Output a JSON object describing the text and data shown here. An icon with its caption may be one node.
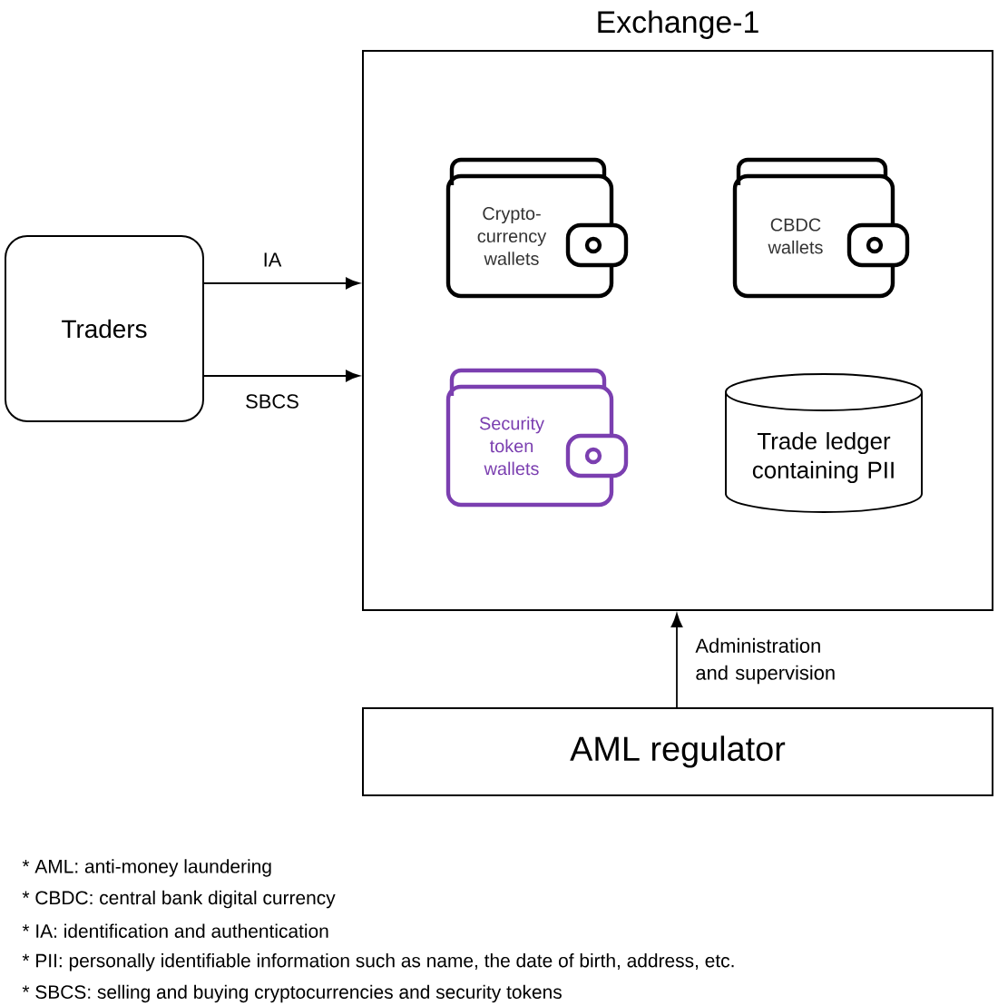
{
  "diagram": {
    "nodes": [
      {
        "text": [
          "Exchange-1"
        ]
      },
      {
        "text": [
          "Crypto-currency wallets"
        ],
        "in": 0
      },
      {
        "text": [
          "CBDC wallets"
        ],
        "in": 0
      },
      {
        "text": [
          "Security token wallets"
        ],
        "in": 0
      },
      {
        "text": [
          "Trade ledger containing PII"
        ],
        "in": 0
      },
      {
        "text": [
          "Traders"
        ]
      },
      {
        "text": [
          "AML regulator"
        ]
      }
    ],
    "edges": [
      {
        "from": 5,
        "to": 0,
        "arrow": "to",
        "label": "IA"
      },
      {
        "from": 5,
        "to": 0,
        "arrow": "to",
        "label": "SBCS"
      },
      {
        "from": 6,
        "to": 0,
        "arrow": "to",
        "label": "Administration and supervision"
      }
    ],
    "labels": [
      "* AML: anti-money laundering",
      "* CBDC: central bank digital currency",
      "* IA: identification and authentication",
      "* PII: personally identifiable information such as name, the date of birth, address, etc.",
      "* SBCS: selling and buying cryptocurrencies and security tokens"
    ]
  }
}
